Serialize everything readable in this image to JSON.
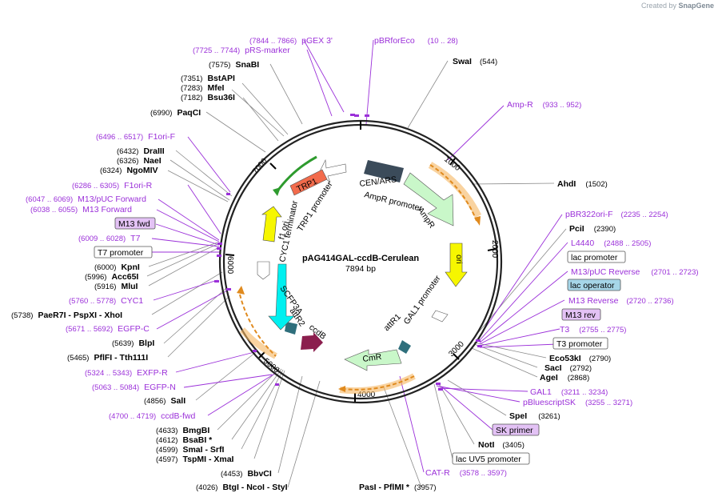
{
  "brand": {
    "prefix": "Created by",
    "name": "SnapGene"
  },
  "plasmid": {
    "name": "pAG414GAL-ccdB-Cerulean",
    "size": "7894 bp"
  },
  "ticks": [
    "1000",
    "2000",
    "3000",
    "4000",
    "5000",
    "6000",
    "7000"
  ],
  "features": {
    "cen_ars": "CEN/ARS",
    "ampr_prom": "AmpR promoter",
    "ampr": "AmpR",
    "ori": "ori",
    "gal1": "GAL1 promoter",
    "attr1": "attR1",
    "cmr": "CmR",
    "ccdb": "ccdB",
    "attr2": "attR2",
    "scfp3a": "SCFP3A",
    "cyc1": "CYC1 terminator",
    "f1ori": "f1 ori",
    "trp1_prom": "TRP1 promoter",
    "trp1": "TRP1"
  },
  "left_labels": [
    {
      "coord": "(7575)",
      "name": "SnaBI"
    },
    {
      "coord": "(7351)",
      "name": "BstAPI"
    },
    {
      "coord": "(7283)",
      "name": "MfeI"
    },
    {
      "coord": "(7182)",
      "name": "Bsu36I"
    },
    {
      "coord": "(6990)",
      "name": "PaqCI"
    },
    {
      "coord": "(6432)",
      "name": "DraIII"
    },
    {
      "coord": "(6326)",
      "name": "NaeI"
    },
    {
      "coord": "(6324)",
      "name": "NgoMIV"
    },
    {
      "coord": "(6000)",
      "name": "KpnI"
    },
    {
      "coord": "(5996)",
      "name": "Acc65I"
    },
    {
      "coord": "(5916)",
      "name": "MluI"
    },
    {
      "coord": "(5738)",
      "name": "PaeR7I  - PspXI  - XhoI"
    },
    {
      "coord": "(5639)",
      "name": "BlpI"
    },
    {
      "coord": "(5465)",
      "name": "PflFI  - Tth111I"
    },
    {
      "coord": "(4856)",
      "name": "SalI"
    },
    {
      "coord": "(4633)",
      "name": "BmgBI"
    },
    {
      "coord": "(4612)",
      "name": "BsaBI *"
    },
    {
      "coord": "(4599)",
      "name": "SmaI  - SrfI"
    },
    {
      "coord": "(4597)",
      "name": "TspMI  - XmaI"
    },
    {
      "coord": "(4453)",
      "name": "BbvCI"
    },
    {
      "coord": "(4026)",
      "name": "BtgI  - NcoI  - StyI"
    }
  ],
  "left_primers": [
    {
      "coord": "(7725 .. 7744)",
      "name": "pRS-marker"
    },
    {
      "coord": "(7844 .. 7866)",
      "name": "pGEX 3'"
    },
    {
      "coord": "(6496 .. 6517)",
      "name": "F1ori-F"
    },
    {
      "coord": "(6286 .. 6305)",
      "name": "F1ori-R"
    },
    {
      "coord": "(6047 .. 6069)",
      "name": "M13/pUC Forward"
    },
    {
      "coord": "(6038 .. 6055)",
      "name": "M13 Forward"
    },
    {
      "coord": "",
      "name": "M13 fwd"
    },
    {
      "coord": "(6009 .. 6028)",
      "name": "T7"
    },
    {
      "coord": "",
      "name": "T7 promoter"
    },
    {
      "coord": "(5760 .. 5778)",
      "name": "CYC1"
    },
    {
      "coord": "(5671 .. 5692)",
      "name": "EGFP-C"
    },
    {
      "coord": "(5324 .. 5343)",
      "name": "EXFP-R"
    },
    {
      "coord": "(5063 .. 5084)",
      "name": "EGFP-N"
    },
    {
      "coord": "(4700 .. 4719)",
      "name": "ccdB-fwd"
    }
  ],
  "right_labels": [
    {
      "name": "pBRforEco",
      "coord": "(10 .. 28)"
    },
    {
      "name": "SwaI",
      "coord": "(544)"
    },
    {
      "name": "Amp-R",
      "coord": "(933 .. 952)"
    },
    {
      "name": "AhdI",
      "coord": "(1502)"
    },
    {
      "name": "pBR322ori-F",
      "coord": "(2235 .. 2254)"
    },
    {
      "name": "PciI",
      "coord": "(2390)"
    },
    {
      "name": "L4440",
      "coord": "(2488 .. 2505)"
    },
    {
      "name": "lac promoter",
      "coord": ""
    },
    {
      "name": "M13/pUC Reverse",
      "coord": "(2701 .. 2723)"
    },
    {
      "name": "lac operator",
      "coord": ""
    },
    {
      "name": "M13 Reverse",
      "coord": "(2720 .. 2736)"
    },
    {
      "name": "M13 rev",
      "coord": ""
    },
    {
      "name": "T3",
      "coord": "(2755 .. 2775)"
    },
    {
      "name": "T3 promoter",
      "coord": ""
    },
    {
      "name": "Eco53kI",
      "coord": "(2790)"
    },
    {
      "name": "SacI",
      "coord": "(2792)"
    },
    {
      "name": "AgeI",
      "coord": "(2868)"
    },
    {
      "name": "GAL1",
      "coord": "(3211 .. 3234)"
    },
    {
      "name": "pBluescriptSK",
      "coord": "(3255 .. 3271)"
    },
    {
      "name": "SpeI",
      "coord": "(3261)"
    },
    {
      "name": "SK primer",
      "coord": ""
    },
    {
      "name": "NotI",
      "coord": "(3405)"
    },
    {
      "name": "lac UV5 promoter",
      "coord": ""
    },
    {
      "name": "CAT-R",
      "coord": "(3578 .. 3597)"
    },
    {
      "name": "PasI  - PflMI *",
      "coord": "(3957)"
    }
  ]
}
